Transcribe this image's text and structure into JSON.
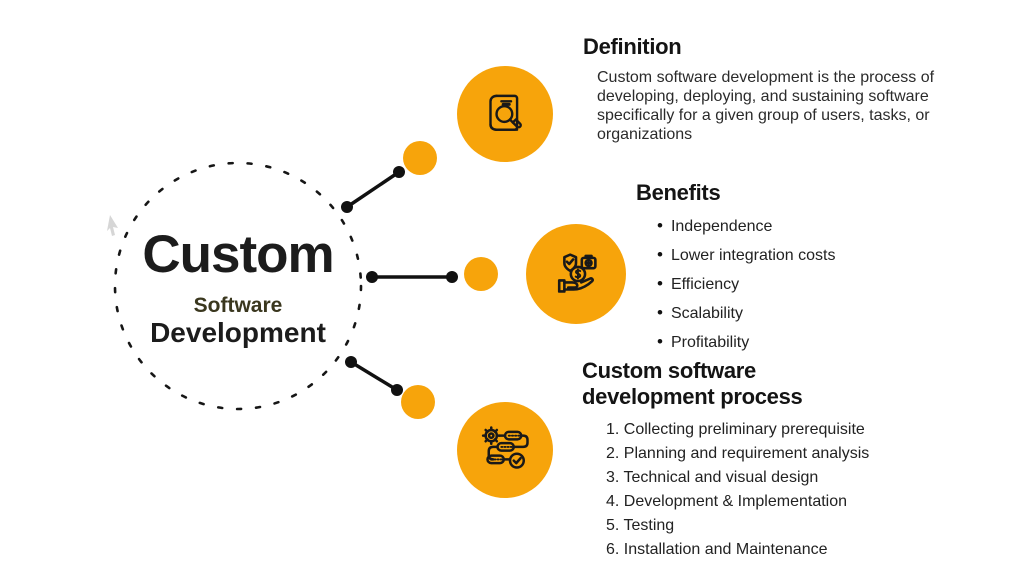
{
  "colors": {
    "accent_orange": "#F7A40B",
    "heading_text": "#141414",
    "body_text": "#2B2B2B",
    "subtitle_olive": "#3A371E",
    "line_black": "#111111"
  },
  "center": {
    "title": "Custom",
    "subtitle": "Software",
    "subtitle2": "Development"
  },
  "icons": {
    "definition_icon": "book-search-icon",
    "benefits_icon": "hand-coin-shield-icon",
    "process_icon": "gear-flowchart-icon"
  },
  "sections": {
    "definition": {
      "heading": "Definition",
      "lines": [
        "Custom software development is the process of",
        "developing, deploying, and sustaining software",
        "specifically for a given group of users, tasks, or",
        "organizations"
      ]
    },
    "benefits": {
      "heading": "Benefits",
      "items": [
        "Independence",
        "Lower integration costs",
        "Efficiency",
        "Scalability",
        "Profitability"
      ]
    },
    "process": {
      "heading_line1": "Custom software",
      "heading_line2": "development process",
      "items": [
        "1. Collecting preliminary prerequisite",
        "2. Planning and requirement analysis",
        "3. Technical and visual design",
        "4. Development & Implementation",
        "5. Testing",
        "6. Installation and Maintenance"
      ]
    }
  }
}
